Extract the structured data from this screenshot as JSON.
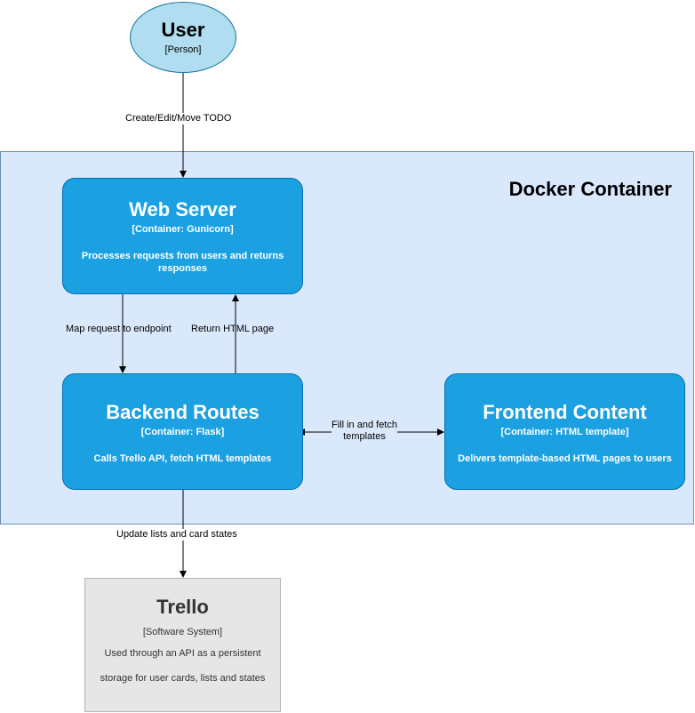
{
  "boundary": {
    "title": "Docker Container"
  },
  "user": {
    "title": "User",
    "stereotype": "[Person]"
  },
  "web_server": {
    "title": "Web Server",
    "technology": "[Container: Gunicorn]",
    "description": "Processes requests from users and returns responses"
  },
  "backend_routes": {
    "title": "Backend Routes",
    "technology": "[Container: Flask]",
    "description": "Calls Trello API, fetch HTML templates"
  },
  "frontend_content": {
    "title": "Frontend Content",
    "technology": "[Container: HTML template]",
    "description": "Delivers template-based HTML pages to users"
  },
  "trello": {
    "title": "Trello",
    "stereotype": "[Software System]",
    "description_line1": "Used through an API as a persistent",
    "description_line2": "storage for user cards, lists and states"
  },
  "edges": {
    "user_to_web": "Create/Edit/Move TODO",
    "web_to_backend": "Map request to endpoint",
    "backend_to_web": "Return HTML page",
    "backend_frontend_line1": "Fill in and fetch",
    "backend_frontend_line2": "templates",
    "backend_to_trello": "Update lists and card states"
  },
  "colors": {
    "boundary_fill": "#dae8fc",
    "boundary_stroke": "#6c8ebf",
    "person_fill": "#b1ddf0",
    "container_fill": "#1ba1e2",
    "container_stroke": "#006eaf",
    "external_fill": "#e6e6e6"
  }
}
